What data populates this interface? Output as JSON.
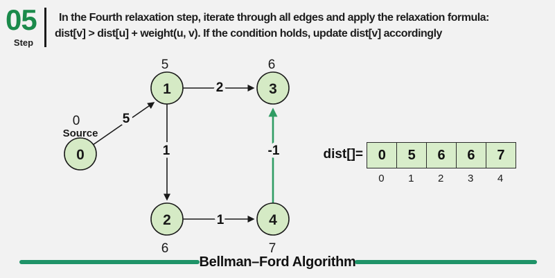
{
  "header": {
    "step_number": "05",
    "step_label": "Step",
    "description_line1": "In the Fourth relaxation step, iterate through all edges and apply the relaxation formula:",
    "description_line2": "dist[v] > dist[u] + weight(u, v). If the condition holds, update dist[v] accordingly"
  },
  "graph": {
    "source_label": "Source",
    "nodes": [
      {
        "id": "0",
        "dist": "0"
      },
      {
        "id": "1",
        "dist": "5"
      },
      {
        "id": "2",
        "dist": "6"
      },
      {
        "id": "3",
        "dist": "6"
      },
      {
        "id": "4",
        "dist": "7"
      }
    ],
    "edges": [
      {
        "from": "0",
        "to": "1",
        "weight": "5",
        "highlighted": false
      },
      {
        "from": "1",
        "to": "3",
        "weight": "2",
        "highlighted": false
      },
      {
        "from": "1",
        "to": "2",
        "weight": "1",
        "highlighted": false
      },
      {
        "from": "2",
        "to": "4",
        "weight": "1",
        "highlighted": false
      },
      {
        "from": "4",
        "to": "3",
        "weight": "-1",
        "highlighted": true
      }
    ]
  },
  "dist_array": {
    "label": "dist[]=",
    "values": [
      "0",
      "5",
      "6",
      "6",
      "7"
    ],
    "indices": [
      "0",
      "1",
      "2",
      "3",
      "4"
    ]
  },
  "footer": {
    "title": "Bellman–Ford Algorithm"
  },
  "colors": {
    "background": "#f2f2f2",
    "accent_green": "#1b8a4b",
    "node_fill": "#d5eac5",
    "node_border": "#1a1a1a",
    "highlight_edge_green": "#2f9c63",
    "footer_line_green": "#1f9368",
    "text": "#1a1a1a"
  }
}
